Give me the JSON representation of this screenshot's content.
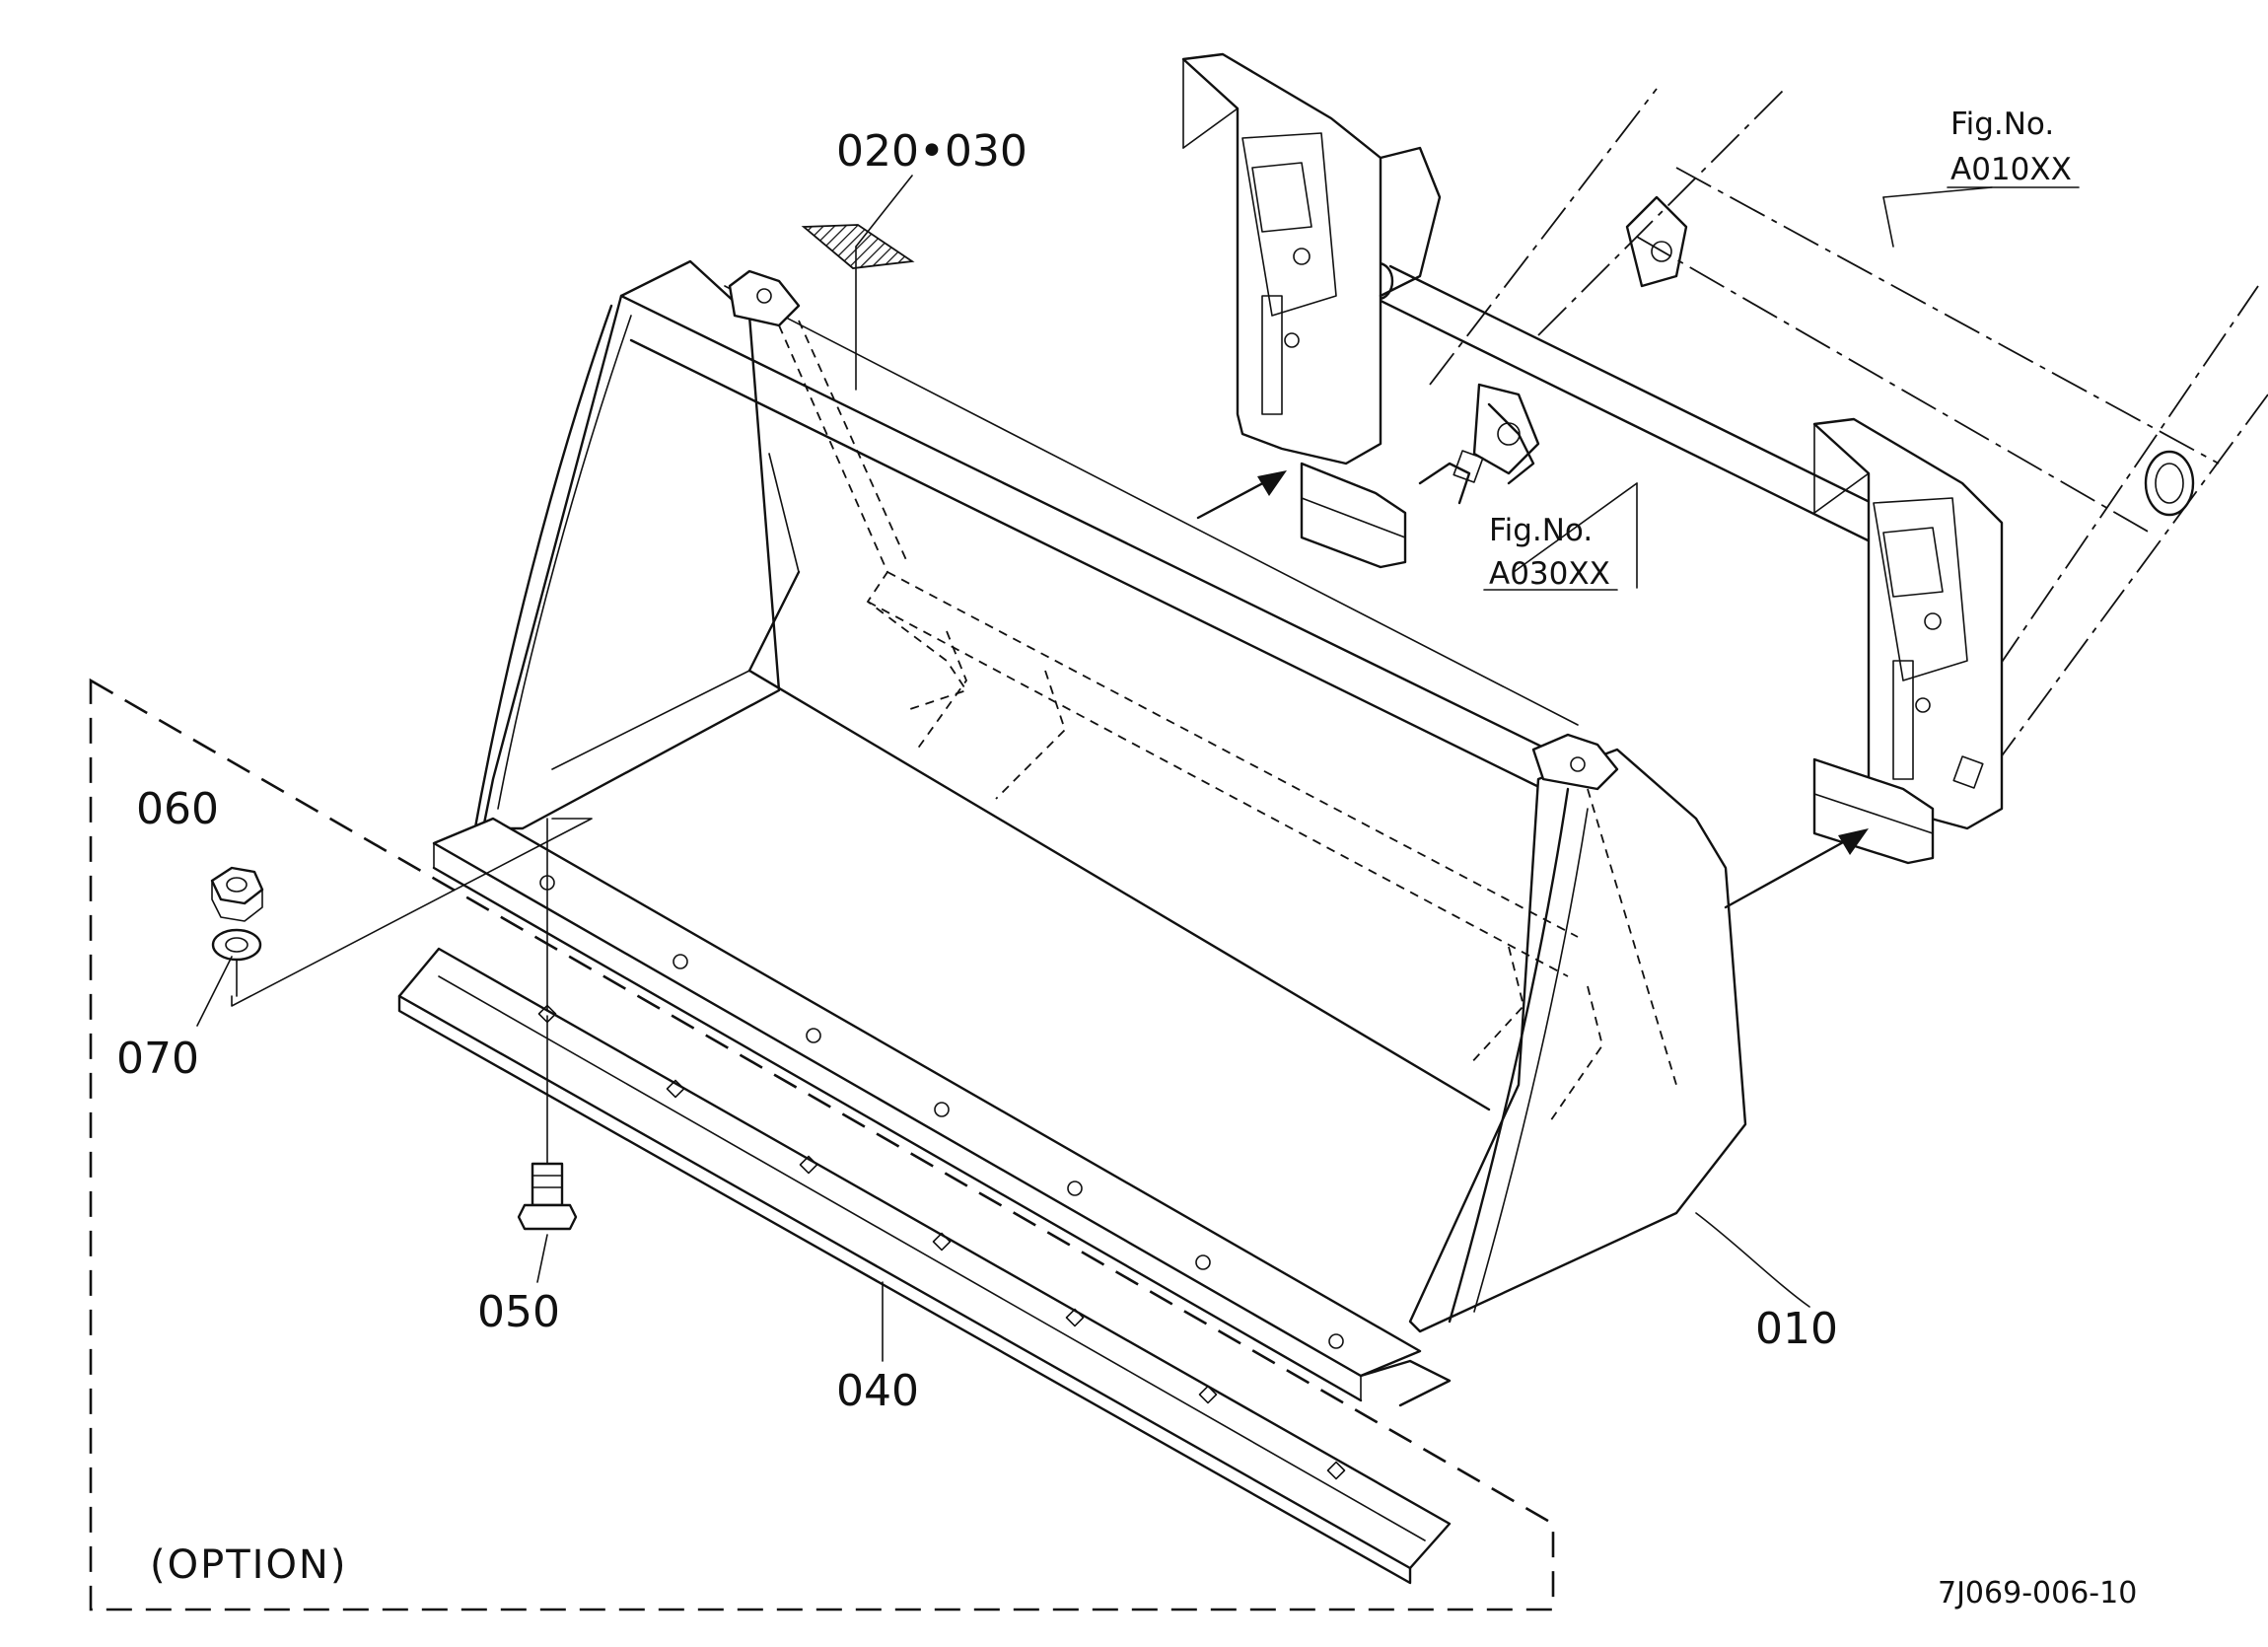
{
  "labels": {
    "part_020_030": "020•030",
    "part_060": "060",
    "part_070": "070",
    "part_050": "050",
    "part_040": "040",
    "part_010": "010",
    "option": "(OPTION)",
    "drawing_code": "7J069-006-10"
  },
  "figure_refs": [
    {
      "caption": "Fig.No.",
      "number": "A010XX"
    },
    {
      "caption": "Fig.No.",
      "number": "A030XX"
    }
  ]
}
